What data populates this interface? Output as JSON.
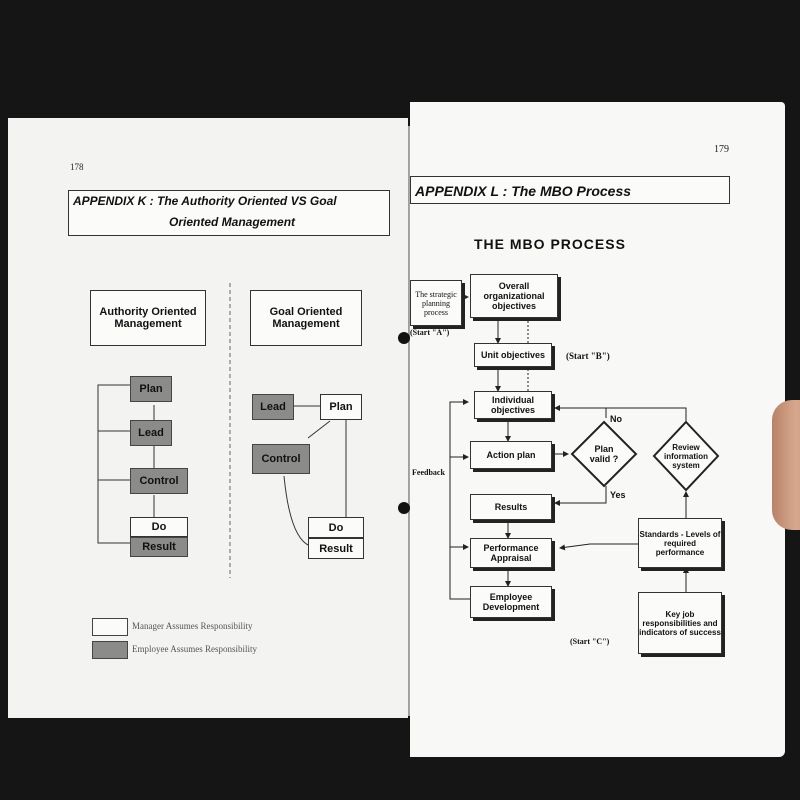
{
  "left_page": {
    "page_number": "178",
    "appendix_title_line1": "APPENDIX K : The Authority Oriented VS Goal",
    "appendix_title_line2": "Oriented Management",
    "authority_header": "Authority Oriented Management",
    "goal_header": "Goal Oriented Management",
    "authority_steps": [
      "Plan",
      "Lead",
      "Control",
      "Do",
      "Result"
    ],
    "goal_steps": {
      "lead": "Lead",
      "plan": "Plan",
      "control": "Control",
      "do": "Do",
      "result": "Result"
    },
    "legend": [
      {
        "label": "Manager Assumes Responsibility",
        "swatch": "#fbfbf9"
      },
      {
        "label": "Employee Assumes Responsibility",
        "swatch": "#8b8b89"
      }
    ]
  },
  "right_page": {
    "page_number": "179",
    "appendix_title": "APPENDIX L : The MBO Process",
    "diagram_title": "THE MBO PROCESS",
    "boxes": {
      "strategic": "The strategic planning process",
      "overall": "Overall organizational objectives",
      "unit": "Unit objectives",
      "individual": "Individual objectives",
      "action": "Action plan",
      "plan_valid": "Plan valid ?",
      "results": "Results",
      "performance": "Performance Appraisal",
      "employee": "Employee Development",
      "review": "Review information system",
      "standards": "Standards - Levels of required performance",
      "key_job": "Key job responsibilities and indicators of success"
    },
    "labels": {
      "start_a": "(Start \"A\")",
      "start_b": "(Start \"B\")",
      "start_c": "(Start \"C\")",
      "no": "No",
      "yes": "Yes",
      "feedback": "Feedback"
    }
  }
}
